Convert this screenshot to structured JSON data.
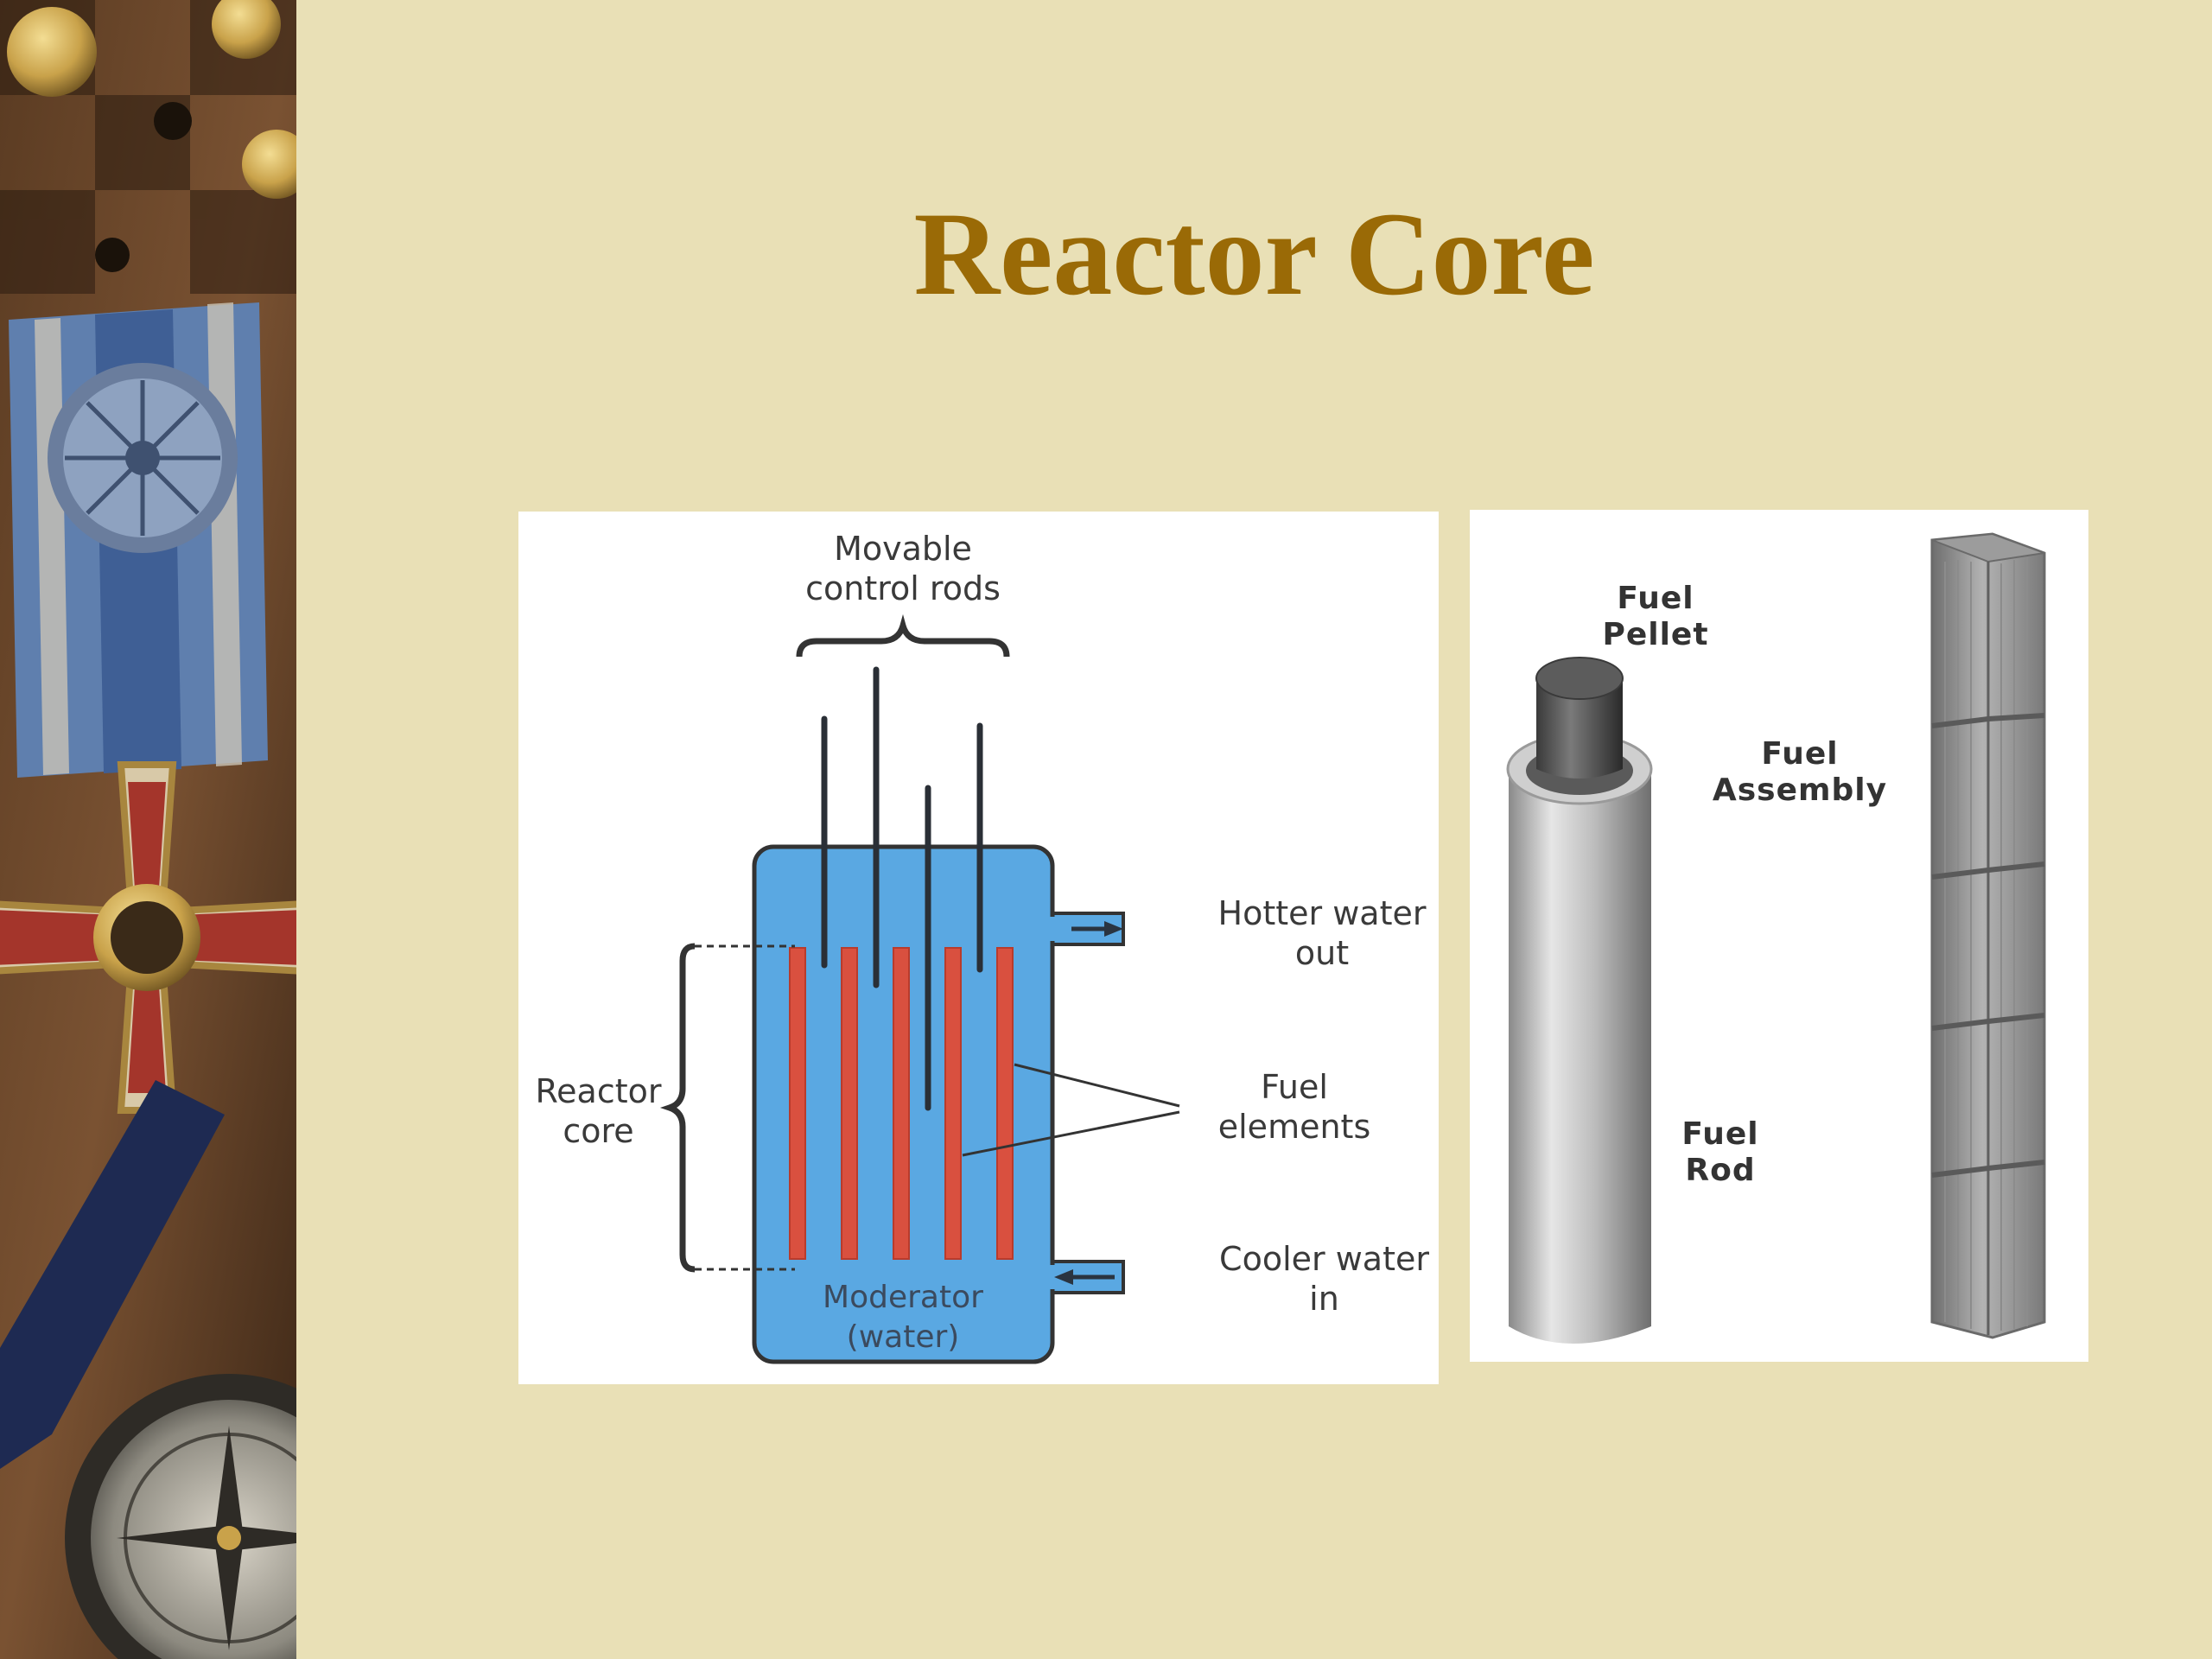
{
  "slide": {
    "title": "Reactor Core"
  },
  "reactor_diagram": {
    "control_rods_label_line1": "Movable",
    "control_rods_label_line2": "control rods",
    "hotter_water_line1": "Hotter water",
    "hotter_water_line2": "out",
    "reactor_core_line1": "Reactor",
    "reactor_core_line2": "core",
    "fuel_elements_line1": "Fuel",
    "fuel_elements_line2": "elements",
    "cooler_water_line1": "Cooler water",
    "cooler_water_line2": "in",
    "moderator_line1": "Moderator",
    "moderator_line2": "(water)"
  },
  "fuel_diagram": {
    "pellet_line1": "Fuel",
    "pellet_line2": "Pellet",
    "assembly_line1": "Fuel",
    "assembly_line2": "Assembly",
    "rod_line1": "Fuel",
    "rod_line2": "Rod"
  },
  "colors": {
    "background": "#e9e0b6",
    "title": "#9a6a06",
    "vessel_water": "#5aa8e2",
    "fuel_element": "#d9503f"
  },
  "icons": {
    "decor_strip": "medal-and-compass-decor"
  }
}
